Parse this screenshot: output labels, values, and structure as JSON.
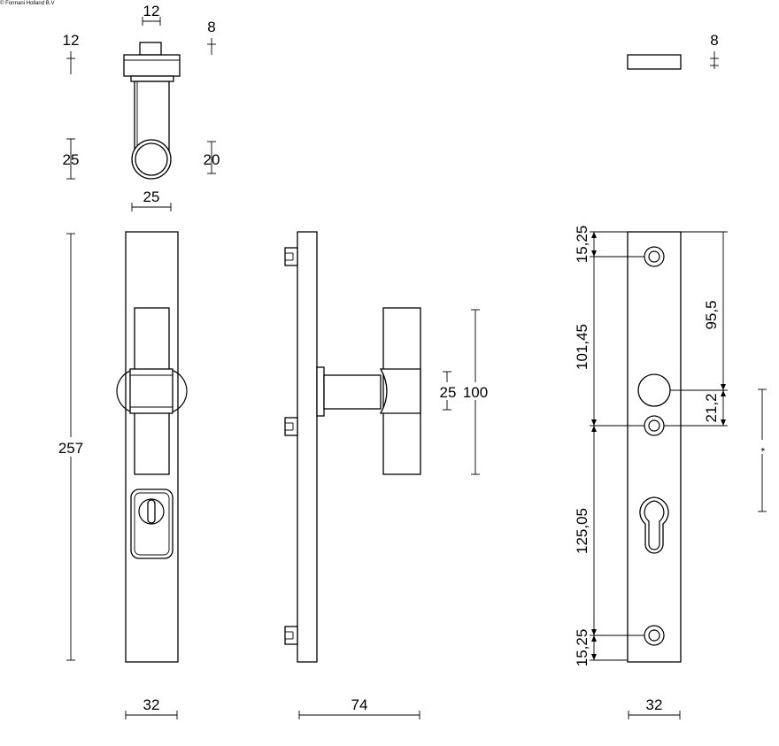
{
  "copyright": "© Formani Holland B.V",
  "top_view": {
    "dims": {
      "pin_width": "12",
      "pin_height": "8",
      "cap_height": "12",
      "knob_outer": "25",
      "knob_inner": "20",
      "knob_width": "25"
    }
  },
  "front_view": {
    "dims": {
      "height": "257",
      "width": "32"
    }
  },
  "side_view": {
    "dims": {
      "grip_diameter": "25",
      "grip_length": "100",
      "depth": "74"
    }
  },
  "plate_view": {
    "dims": {
      "thickness": "8",
      "top_margin": "15,25",
      "upper_section": "101,45",
      "lower_section": "125,05",
      "bottom_margin": "15,25",
      "spindle_to_top": "95,5",
      "spindle_offset": "21,2",
      "star": "*",
      "width": "32"
    }
  }
}
